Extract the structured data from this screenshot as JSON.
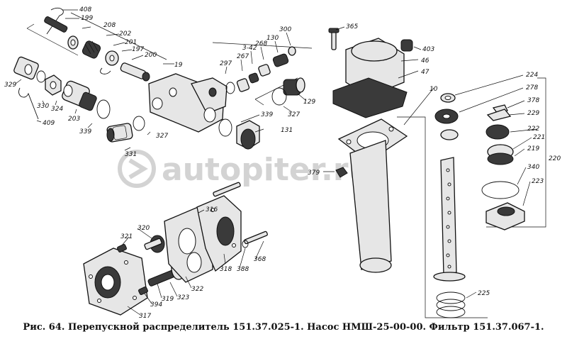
{
  "caption": "Рис. 64. Перепускной распределитель 151.37.025-1. Насос НМШ-25-00-00. Фильтр 151.37.067-1.",
  "watermark": "autopiter.ru",
  "colors": {
    "ink": "#111111",
    "watermark": "#d3d3d3"
  },
  "labels": {
    "l408": "408",
    "l199": "199",
    "l208": "208",
    "l202": "202",
    "l201": "201",
    "l197": "197",
    "l200": "200",
    "l19": "19",
    "l329": "329",
    "l330": "330",
    "l324": "324",
    "l203": "203",
    "l339a": "339",
    "l327a": "327",
    "l331": "331",
    "l409": "409",
    "l297": "297",
    "l267": "267",
    "l342": "3-42",
    "l268": "268",
    "l130": "130",
    "l300": "300",
    "l129": "129",
    "l327b": "327",
    "l339b": "339",
    "l131": "131",
    "l365": "365",
    "l403": "403",
    "l46": "46",
    "l47": "47",
    "l10": "10",
    "l379": "379",
    "l224": "224",
    "l278": "278",
    "l378": "378",
    "l229": "229",
    "l222": "222",
    "l221": "221",
    "l219": "219",
    "l220": "220",
    "l340": "340",
    "l223": "223",
    "l316": "316",
    "l320": "320",
    "l321": "321",
    "l318": "318",
    "l388": "388",
    "l368": "368",
    "l322": "322",
    "l323": "323",
    "l319": "319",
    "l394": "394",
    "l317": "317",
    "l225": "225"
  }
}
